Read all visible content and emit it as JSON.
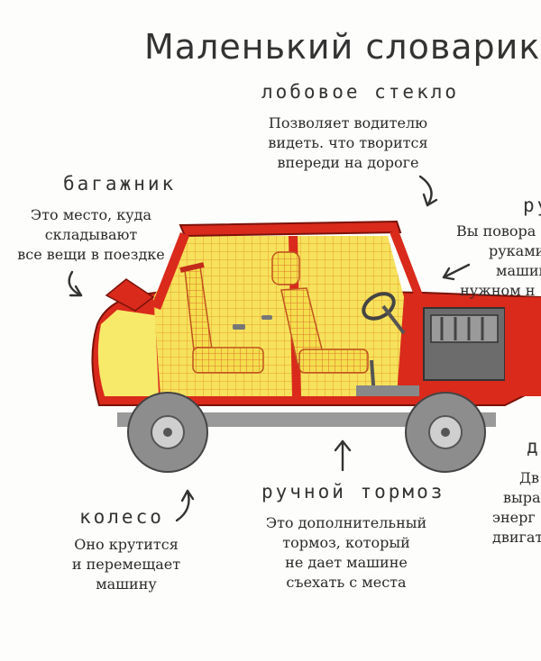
{
  "title": "Маленький словарик",
  "windshield": {
    "term": "лобовое стекло",
    "lines": [
      "Позволяет водителю",
      "видеть. что творится",
      "впереди на дороге"
    ]
  },
  "trunk": {
    "term": "багажник",
    "lines": [
      "Это место, куда",
      "складывают",
      "все вещи в поездке"
    ]
  },
  "wheel_right": {
    "term": "ру",
    "lines": [
      "Вы повора",
      "руками",
      "машин",
      "в нужном н"
    ]
  },
  "handbrake": {
    "term": "ручной тормоз",
    "lines": [
      "Это дополнительный",
      "тормоз, который",
      "не дает машине",
      "съехать с места"
    ]
  },
  "wheel": {
    "term": "колесо",
    "lines": [
      "Оно крутится",
      "и перемещает",
      "машину"
    ]
  },
  "engine": {
    "term": "д",
    "lines": [
      "Дв",
      "выра",
      "энерг",
      "двигат"
    ]
  },
  "colors": {
    "body_red": "#d92a1c",
    "seat_yellow": "#f2d640",
    "interior_yellow": "#f7ea6a",
    "tire_gray": "#8d8d8d"
  }
}
